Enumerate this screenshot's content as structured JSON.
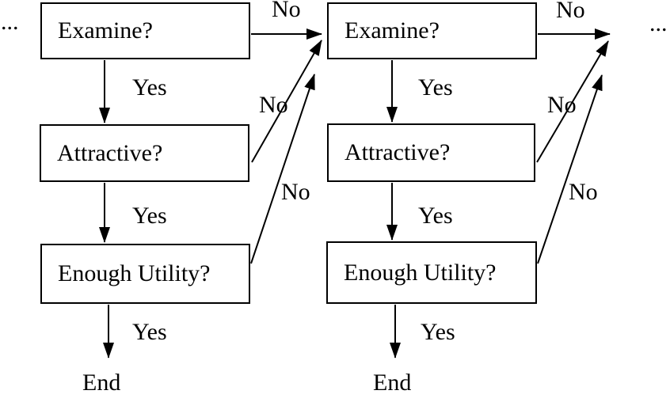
{
  "colors": {
    "background": "#ffffff",
    "line": "#000000",
    "box_border": "#000000",
    "box_fill": "#ffffff",
    "text": "#000000"
  },
  "continuation": {
    "left": "...",
    "right": "..."
  },
  "columns": [
    {
      "boxes": [
        {
          "label": "Examine?"
        },
        {
          "label": "Attractive?"
        },
        {
          "label": "Enough Utility?"
        }
      ],
      "yes_labels": [
        "Yes",
        "Yes",
        "Yes"
      ],
      "no_labels": [
        "No",
        "No",
        "No"
      ],
      "end_label": "End"
    },
    {
      "boxes": [
        {
          "label": "Examine?"
        },
        {
          "label": "Attractive?"
        },
        {
          "label": "Enough Utility?"
        }
      ],
      "yes_labels": [
        "Yes",
        "Yes",
        "Yes"
      ],
      "no_labels": [
        "No",
        "No",
        "No"
      ],
      "end_label": "End"
    }
  ]
}
